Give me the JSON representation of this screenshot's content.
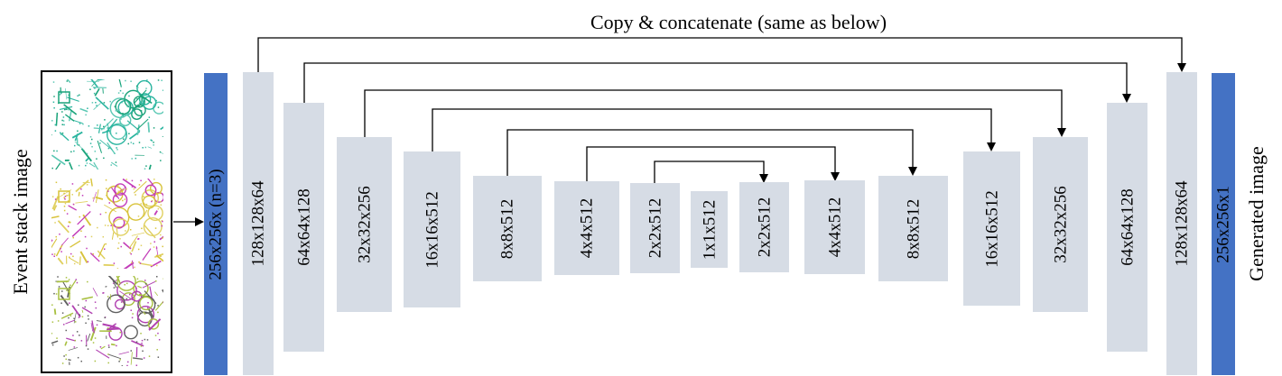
{
  "title": "Copy & concatenate (same as below)",
  "input_label": "Event stack image",
  "output_label": "Generated image",
  "colors": {
    "block": "#d6dce5",
    "io_block": "#4472c4",
    "line": "#000000"
  },
  "blocks": [
    {
      "id": "input",
      "label": "256x256x (n=3)"
    },
    {
      "id": "enc1",
      "label": "128x128x64"
    },
    {
      "id": "enc2",
      "label": "64x64x128"
    },
    {
      "id": "enc3",
      "label": "32x32x256"
    },
    {
      "id": "enc4",
      "label": "16x16x512"
    },
    {
      "id": "enc5",
      "label": "8x8x512"
    },
    {
      "id": "enc6",
      "label": "4x4x512"
    },
    {
      "id": "enc7",
      "label": "2x2x512"
    },
    {
      "id": "bottleneck",
      "label": "1x1x512"
    },
    {
      "id": "dec7",
      "label": "2x2x512"
    },
    {
      "id": "dec6",
      "label": "4x4x512"
    },
    {
      "id": "dec5",
      "label": "8x8x512"
    },
    {
      "id": "dec4",
      "label": "16x16x512"
    },
    {
      "id": "dec3",
      "label": "32x32x256"
    },
    {
      "id": "dec2",
      "label": "64x64x128"
    },
    {
      "id": "dec1",
      "label": "128x128x64"
    },
    {
      "id": "output",
      "label": "256x256x1"
    }
  ],
  "thumbnails": [
    {
      "name": "event-stack-cyan",
      "palette": [
        "#1aa37a",
        "#2bb5a0",
        "#5bc8b4"
      ]
    },
    {
      "name": "event-stack-yellow",
      "palette": [
        "#d8c33a",
        "#c23bb8",
        "#e0d060"
      ]
    },
    {
      "name": "event-stack-mixed",
      "palette": [
        "#a8c040",
        "#b040b0",
        "#606060"
      ]
    }
  ]
}
